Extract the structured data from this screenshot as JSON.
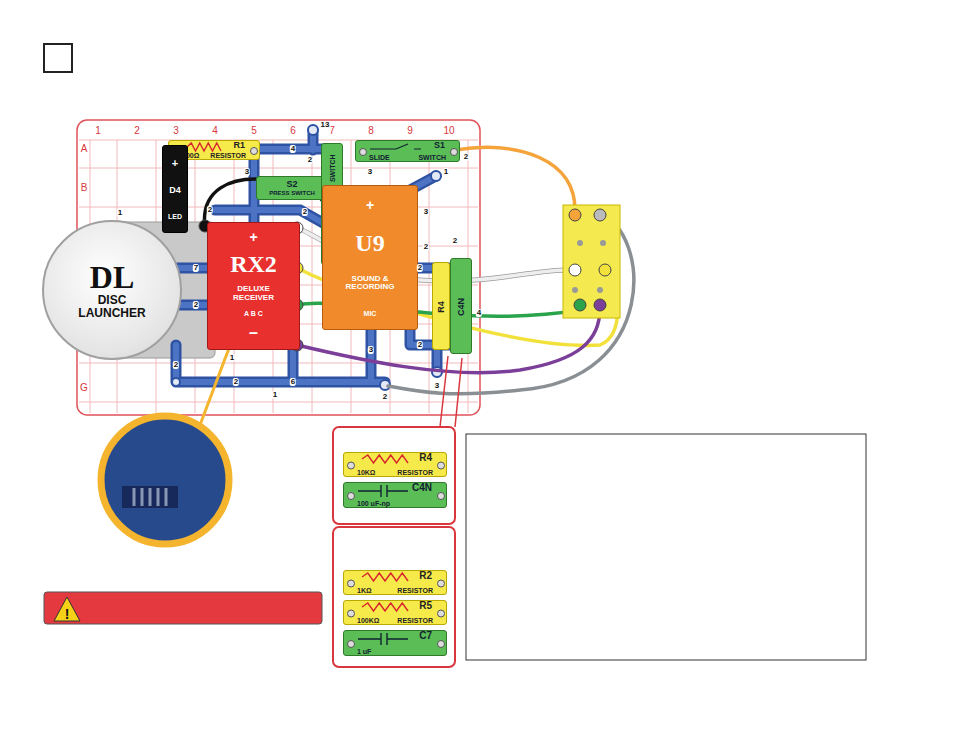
{
  "diagram": {
    "nodes": [
      {
        "text": [
          "DL",
          "DISC LAUNCHER"
        ]
      },
      {
        "text": [
          "R1",
          "100Ω",
          "RESISTOR"
        ]
      },
      {
        "text": [
          "+",
          "D4",
          "LED"
        ]
      },
      {
        "text": [
          "S2",
          "PRESS SWITCH"
        ]
      },
      {
        "text": [
          "SLIDE",
          "S1",
          "SWITCH"
        ]
      },
      {
        "text": [
          "S1",
          "SLIDE",
          "SWITCH"
        ]
      },
      {
        "text": [
          "+",
          "RX2",
          "DELUXE RECEIVER",
          "A B C",
          "–"
        ]
      },
      {
        "text": [
          "+",
          "U9",
          "SOUND & RECORDING",
          "MIC"
        ]
      },
      {
        "text": [
          "R4"
        ]
      },
      {
        "text": [
          "C4N"
        ]
      },
      {
        "text": [
          "R4",
          "10KΩ",
          "RESISTOR"
        ]
      },
      {
        "text": [
          "C4N",
          "100 uF-np"
        ]
      },
      {
        "text": [
          "R2",
          "1KΩ",
          "RESISTOR"
        ]
      },
      {
        "text": [
          "R5",
          "100KΩ",
          "RESISTOR"
        ]
      },
      {
        "text": [
          "C7",
          "1 uF"
        ]
      }
    ],
    "labels": [
      "1",
      "2",
      "3",
      "4",
      "5",
      "6",
      "7",
      "8",
      "9",
      "10",
      "A",
      "B",
      "G",
      "13",
      "4",
      "2",
      "3",
      "2",
      "2",
      "1",
      "7",
      "2",
      "2",
      "1",
      "6",
      "1",
      "2",
      "3",
      "2",
      "2",
      "2",
      "4",
      "3",
      "1",
      "2",
      "2",
      "3",
      "3",
      "2",
      "!"
    ]
  }
}
